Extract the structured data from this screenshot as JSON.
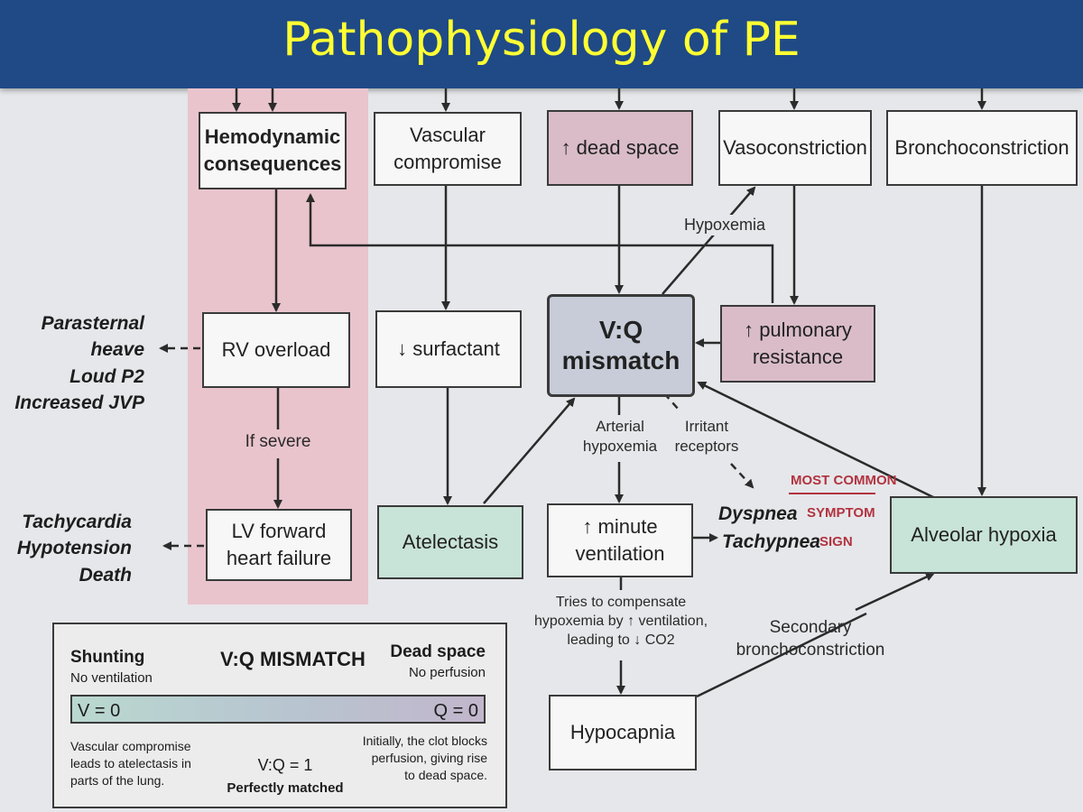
{
  "title": "Pathophysiology of PE",
  "boxes": {
    "hemodynamic": "Hemodynamic consequences",
    "vascular": "Vascular compromise",
    "dead_space": "↑ dead space",
    "vasoconstriction": "Vasoconstriction",
    "bronchoconstriction": "Bronchoconstriction",
    "rv_overload": "RV overload",
    "surfactant": "↓ surfactant",
    "vq_mismatch": "V:Q mismatch",
    "pulm_resistance": "↑ pulmonary resistance",
    "lv_failure": "LV forward heart failure",
    "atelectasis": "Atelectasis",
    "minute_ventilation": "↑ minute ventilation",
    "alveolar_hypoxia": "Alveolar hypoxia",
    "hypocapnia": "Hypocapnia"
  },
  "labels": {
    "hypoxemia": "Hypoxemia",
    "if_severe": "If severe",
    "arterial_hypoxemia": "Arterial hypoxemia",
    "irritant_receptors": "Irritant receptors",
    "compensate": "Tries to compensate hypoxemia by ↑ ventilation, leading to ↓ CO2",
    "secondary_bronch": "Secondary bronchoconstriction"
  },
  "signs": {
    "rv": [
      "Parasternal heave",
      "Loud P2",
      "Increased JVP"
    ],
    "lv": [
      "Tachycardia",
      "Hypotension",
      "Death"
    ],
    "dyspnea": "Dyspnea",
    "tachypnea": "Tachypnea",
    "most_common": "MOST COMMON",
    "symptom": "SYMPTOM",
    "sign": "SIGN"
  },
  "legend": {
    "shunting": "Shunting",
    "no_ventilation": "No ventilation",
    "title": "V:Q MISMATCH",
    "dead_space": "Dead space",
    "no_perfusion": "No perfusion",
    "v0": "V = 0",
    "q0": "Q = 0",
    "left_note": "Vascular compromise leads to atelectasis in parts of the lung.",
    "vq1": "V:Q = 1",
    "matched": "Perfectly matched",
    "right_note": "Initially, the clot blocks perfusion, giving rise to dead space."
  },
  "colors": {
    "title_bar": "#1f4a86",
    "title_text": "#ffff33",
    "pink_band": "#e9c4cd",
    "pink_box": "#d9bcc7",
    "green_box": "#c8e3d8",
    "vq_box": "#c7ccd8",
    "red_label": "#b23340"
  }
}
